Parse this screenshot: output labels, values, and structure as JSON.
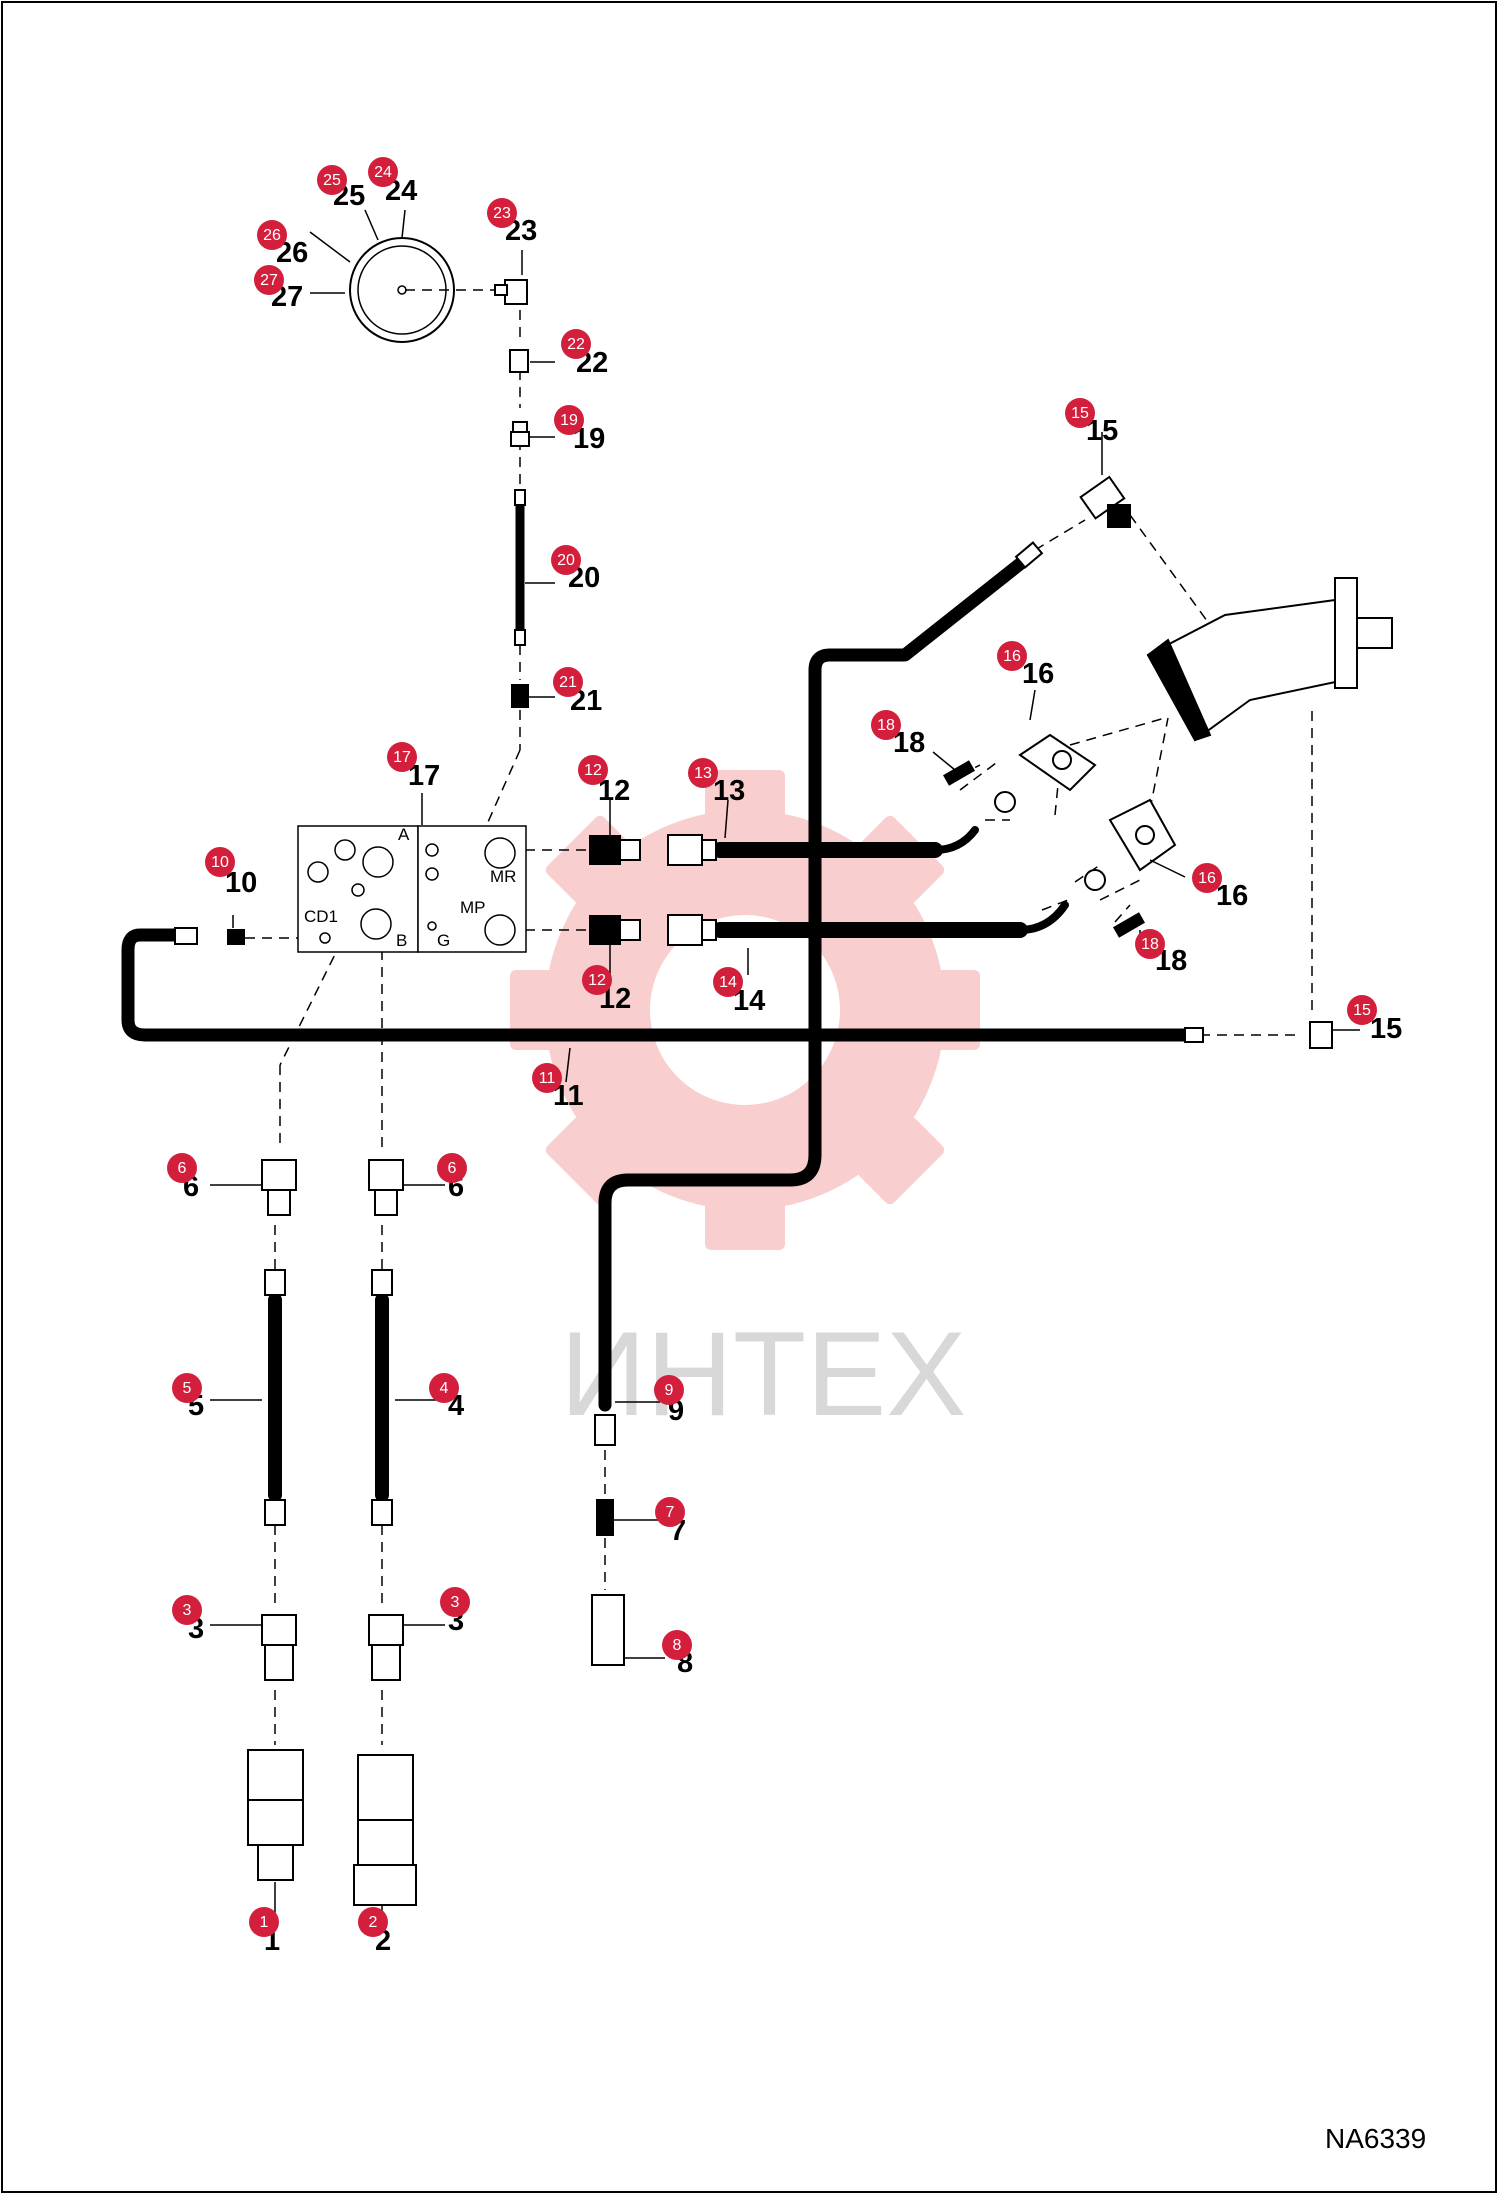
{
  "figure_id": "NA6339",
  "watermark_text": "ИНТЕХ",
  "colors": {
    "badge": "#d31f3c",
    "watermark_gear": "#f7c6c6",
    "line": "#000000"
  },
  "ports": {
    "a": "A",
    "b": "B",
    "mr": "MR",
    "mp": "MP",
    "g": "G",
    "cd1": "CD1"
  },
  "callouts": [
    {
      "id": "c1",
      "label": "1"
    },
    {
      "id": "c2",
      "label": "2"
    },
    {
      "id": "c3a",
      "label": "3"
    },
    {
      "id": "c3b",
      "label": "3"
    },
    {
      "id": "c4",
      "label": "4"
    },
    {
      "id": "c5",
      "label": "5"
    },
    {
      "id": "c6a",
      "label": "6"
    },
    {
      "id": "c6b",
      "label": "6"
    },
    {
      "id": "c7",
      "label": "7"
    },
    {
      "id": "c8",
      "label": "8"
    },
    {
      "id": "c9",
      "label": "9"
    },
    {
      "id": "c10",
      "label": "10"
    },
    {
      "id": "c11",
      "label": "11"
    },
    {
      "id": "c12a",
      "label": "12"
    },
    {
      "id": "c12b",
      "label": "12"
    },
    {
      "id": "c13",
      "label": "13"
    },
    {
      "id": "c14",
      "label": "14"
    },
    {
      "id": "c15a",
      "label": "15"
    },
    {
      "id": "c15b",
      "label": "15"
    },
    {
      "id": "c16a",
      "label": "16"
    },
    {
      "id": "c16b",
      "label": "16"
    },
    {
      "id": "c17",
      "label": "17"
    },
    {
      "id": "c18a",
      "label": "18"
    },
    {
      "id": "c18b",
      "label": "18"
    },
    {
      "id": "c19",
      "label": "19"
    },
    {
      "id": "c20",
      "label": "20"
    },
    {
      "id": "c21",
      "label": "21"
    },
    {
      "id": "c22",
      "label": "22"
    },
    {
      "id": "c23",
      "label": "23"
    },
    {
      "id": "c24",
      "label": "24"
    },
    {
      "id": "c25",
      "label": "25"
    },
    {
      "id": "c26",
      "label": "26"
    },
    {
      "id": "c27",
      "label": "27"
    }
  ]
}
